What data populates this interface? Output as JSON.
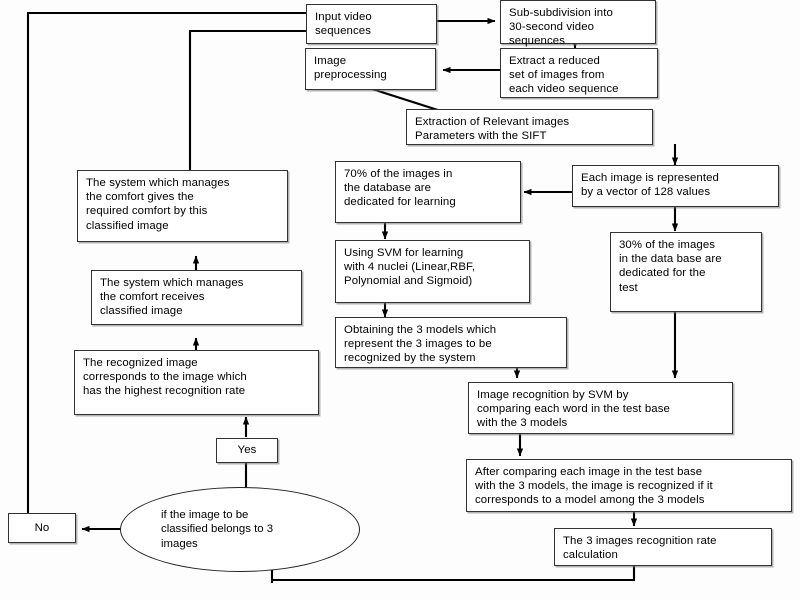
{
  "diagram": {
    "title": "Image recognition and comfort management flowchart",
    "background_color": "#fdfdfd",
    "line_color": "#000000",
    "box_border_color": "#333333",
    "nodes": {
      "input_video": "Input video\nsequences",
      "sub_division": "Sub-subdivision into\n30-second video\nsequences",
      "image_preprocessing": "Image\npreprocessing",
      "extract_reduced": "Extract a reduced\nset of images from\neach video sequence",
      "extraction_sift": "Extraction of Relevant images\nParameters with the SIFT",
      "each_image_vector": "Each image is represented\nby a vector of 128 values",
      "seventy_percent": "70% of the images in\nthe database are\ndedicated for learning",
      "thirty_percent": "30% of the images\nin the data base are\ndedicated for the\ntest",
      "using_svm": "Using SVM  for learning\nwith 4 nuclei (Linear,RBF,\nPolynomial and Sigmoid)",
      "obtaining_models": "Obtaining the 3 models which\nrepresent the 3 images to be\nrecognized by the system",
      "image_recognition": "Image recognition by SVM by\ncomparing each word in the test base\nwith the 3 models",
      "after_comparing": "After comparing each image in the test base\nwith the 3 models, the image is recognized if it\ncorresponds to a model among the 3 models",
      "recognition_rate": "The 3 images recognition rate\ncalculation",
      "decision": "if the image to be\nclassified belongs to 3\nimages",
      "yes_label": "Yes",
      "no_label": "No",
      "recognized_image": "The recognized image\ncorresponds to the image which\nhas the highest recognition rate",
      "comfort_receives": "The system which manages\nthe comfort receives\nclassified image",
      "comfort_gives": "The system which manages\nthe comfort gives the\nrequired comfort by this\nclassified image"
    }
  }
}
